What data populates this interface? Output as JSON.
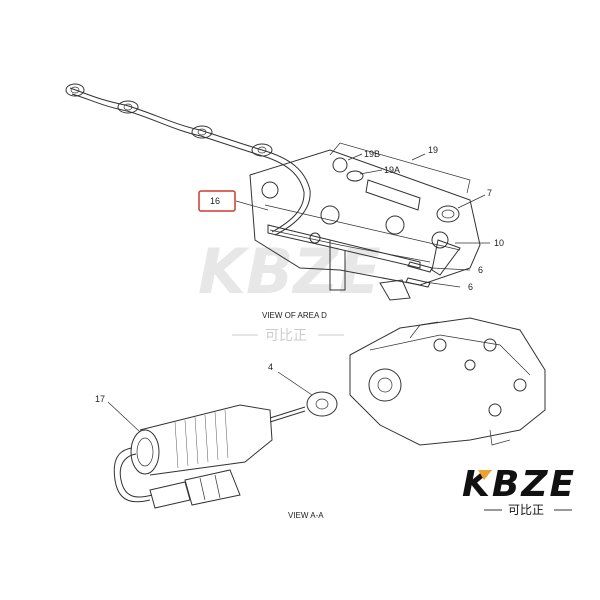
{
  "diagram": {
    "labels": {
      "p16": "16",
      "p19": "19",
      "p19a": "19A",
      "p19b": "19B",
      "p7": "7",
      "p10": "10",
      "p6a": "6",
      "p6b": "6",
      "p4": "4",
      "p17": "17"
    },
    "captions": {
      "area_d": "VIEW OF AREA D",
      "view_aa": "VIEW A-A"
    },
    "highlight_color": "#d0392b"
  },
  "watermark": {
    "text": "KBZE",
    "sub": "可比正"
  },
  "logo": {
    "text": "KBZE",
    "sub": "可比正",
    "accent_color": "#f0a030"
  }
}
